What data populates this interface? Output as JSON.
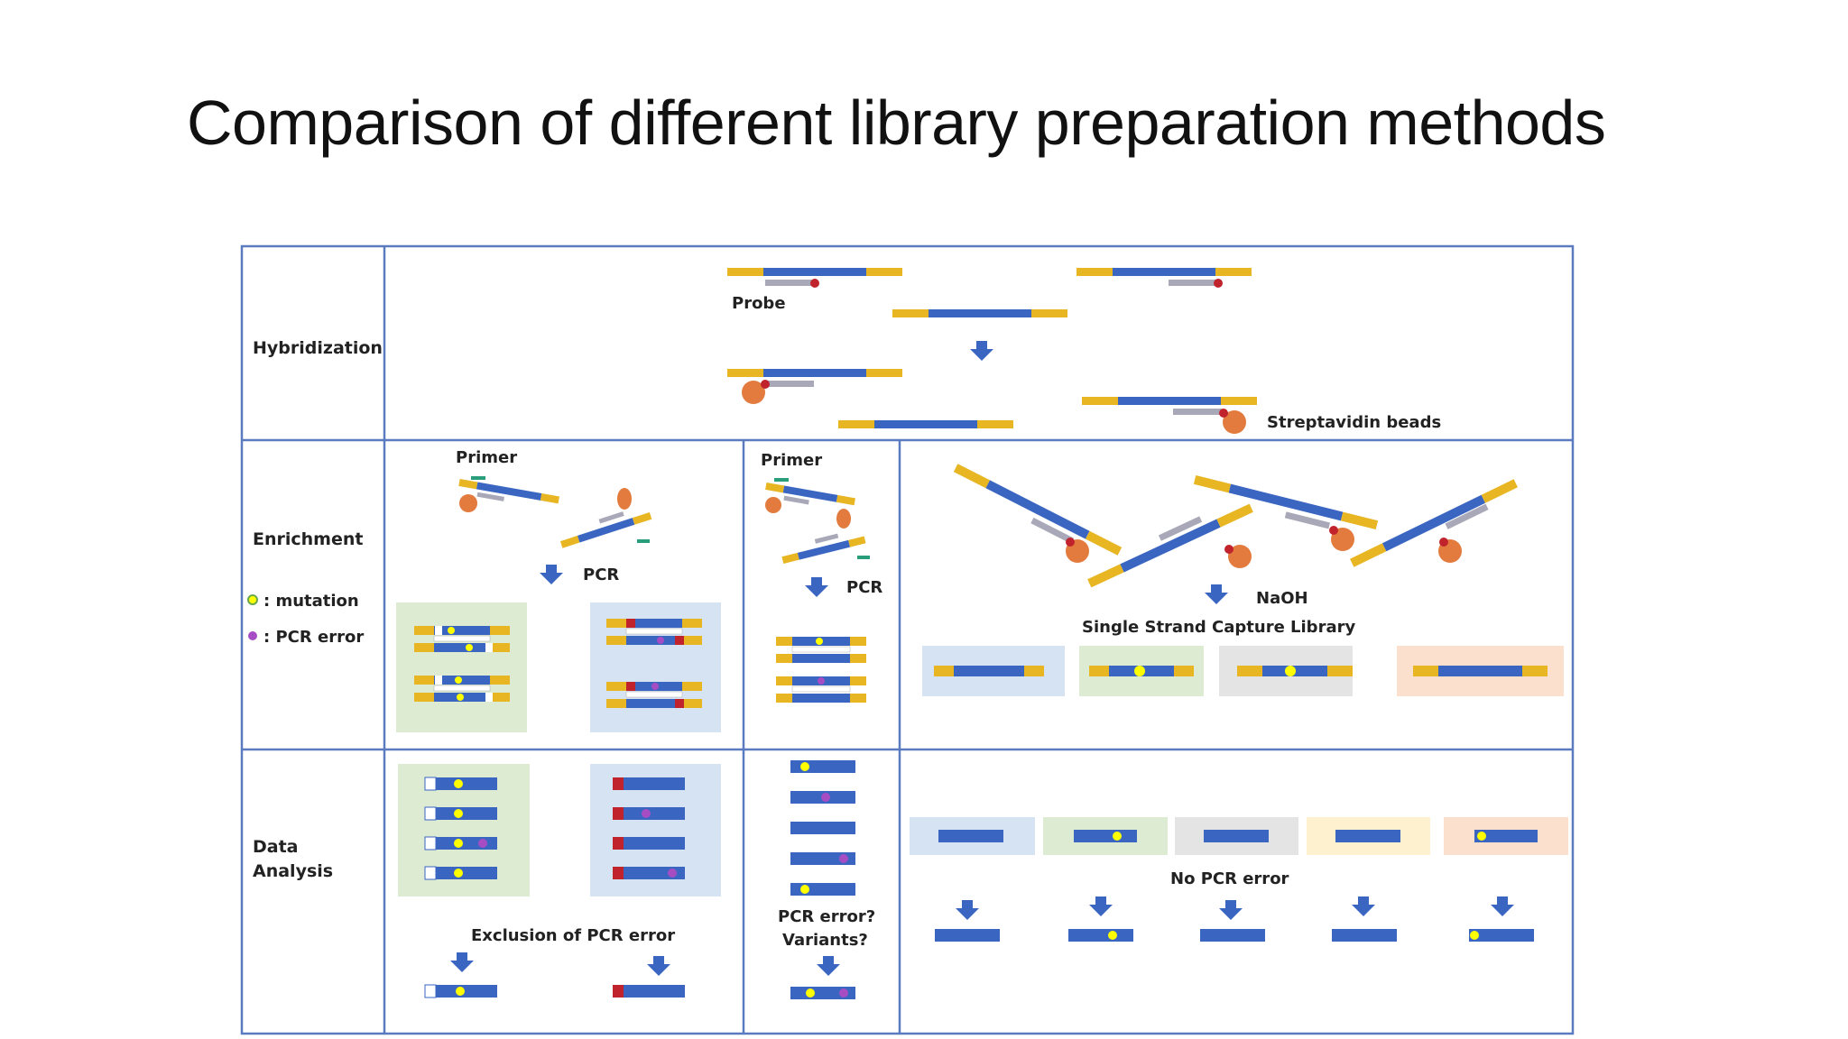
{
  "slide": {
    "title": "Comparison of different library preparation methods"
  },
  "rows": {
    "hybridization": "Hybridization",
    "enrichment": "Enrichment",
    "data_analysis_line1": "Data",
    "data_analysis_line2": "Analysis"
  },
  "legend": {
    "mutation": ": mutation",
    "pcr_error": ": PCR error",
    "mutation_color": "#ffff00",
    "pcr_error_color": "#a64dc4"
  },
  "labels": {
    "probe": "Probe",
    "streptavidin_beads": "Streptavidin beads",
    "primer_1": "Primer",
    "primer_2": "Primer",
    "pcr_1": "PCR",
    "pcr_2": "PCR",
    "naoh": "NaOH",
    "single_strand_capture_library": "Single Strand Capture Library",
    "exclusion_of_pcr_error": "Exclusion of PCR error",
    "pcr_error_question": "PCR error?",
    "variants_question": "Variants?",
    "no_pcr_error": "No PCR error"
  },
  "colors": {
    "dna_strand": "#3a66c2",
    "adapter": "#e8b523",
    "probe": "#a8a8b8",
    "bead": "#e27b3d",
    "arrow": "#3a66c2",
    "grid": "#5b7bc0",
    "panel_green": "#dcebd2",
    "panel_blue": "#d6e3f3",
    "panel_gray": "#e4e4e4",
    "panel_yellow": "#fdf1cf",
    "panel_peach": "#fbe0cd",
    "error_block": "#c0232c"
  }
}
